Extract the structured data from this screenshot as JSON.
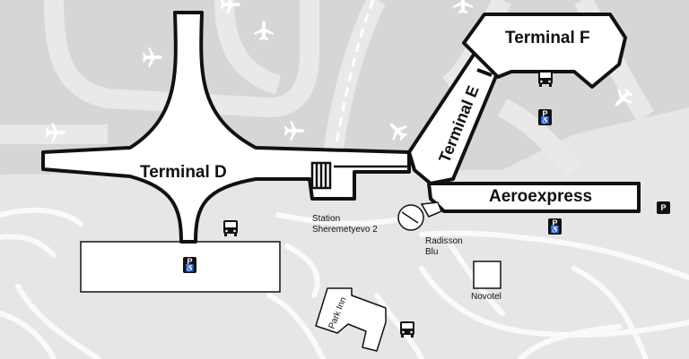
{
  "terminals": {
    "d": "Terminal D",
    "e": "Terminal E",
    "f": "Terminal F",
    "aeroexpress": "Aeroexpress"
  },
  "places": {
    "station": "Station Sheremetyevo 2",
    "station_line1": "Station",
    "station_line2": "Sheremetyevo 2",
    "radisson_line1": "Radisson",
    "radisson_line2": "Blu",
    "novotel": "Novotel",
    "park_inn": "Park Inn"
  },
  "parking": {
    "letter": "P",
    "accessible_symbol": "♿"
  },
  "icons": {
    "airplane": "airplane-icon",
    "bus": "bus-icon",
    "parking": "parking-icon",
    "wheelchair": "wheelchair-icon"
  },
  "colors": {
    "background": "#e6e6e6",
    "airfield": "#d6d6d6",
    "building_fill": "#ffffff",
    "building_stroke": "#111111",
    "road": "#fafafa"
  }
}
